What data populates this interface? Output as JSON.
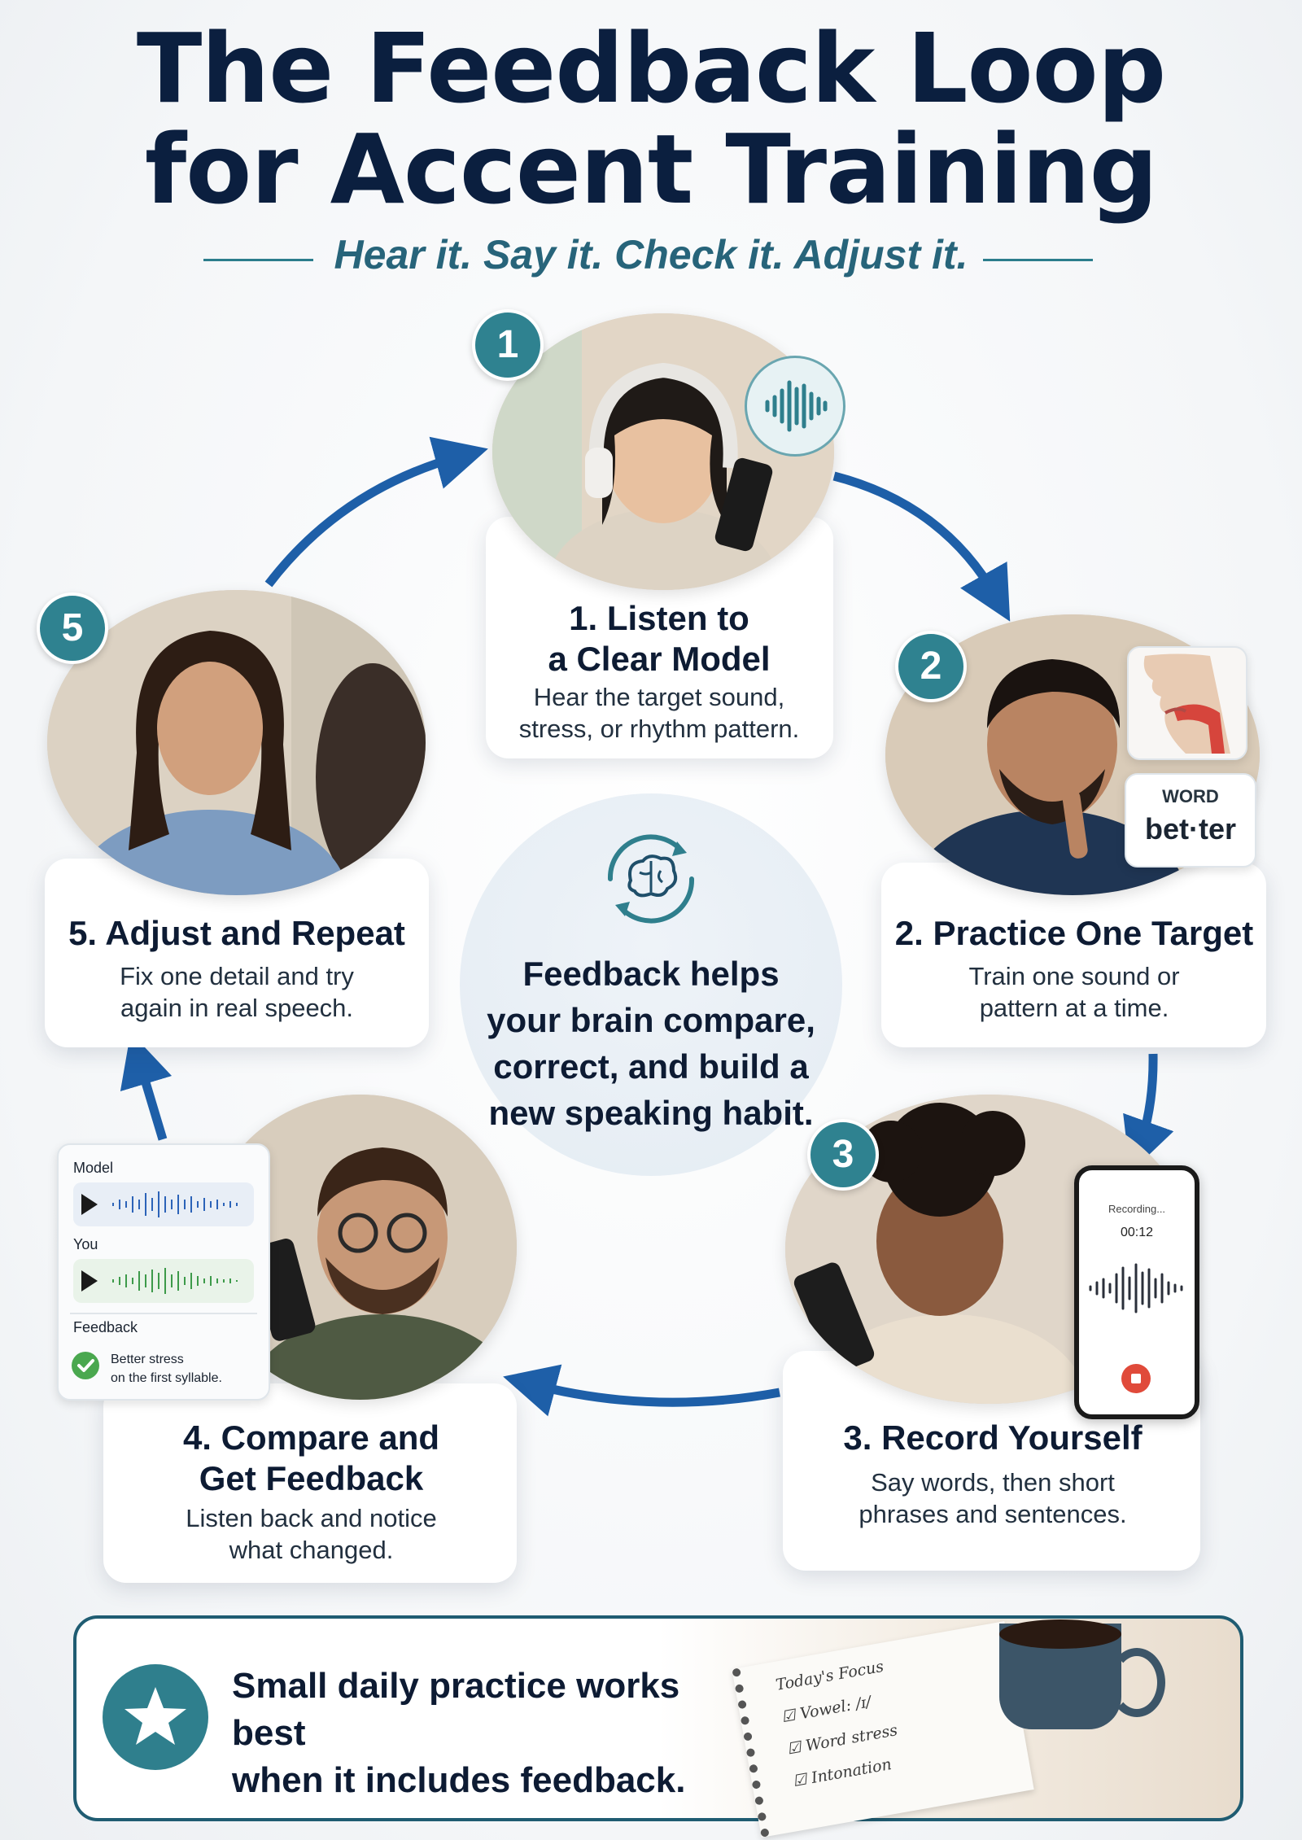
{
  "title_line1": "The Feedback Loop",
  "title_line2": "for Accent Training",
  "subtitle": "Hear it. Say it. Check it. Adjust it.",
  "steps": [
    {
      "badge": "1",
      "title_line1": "1. Listen to",
      "title_line2": "a Clear Model",
      "desc_line1": "Hear the target sound,",
      "desc_line2": "stress, or rhythm pattern."
    },
    {
      "badge": "2",
      "title_line1": "2. Practice One Target",
      "desc_line1": "Train one sound or",
      "desc_line2": "pattern at a time."
    },
    {
      "badge": "3",
      "title_line1": "3. Record Yourself",
      "desc_line1": "Say words, then short",
      "desc_line2": "phrases and sentences."
    },
    {
      "title_line1": "4. Compare and",
      "title_line2": "Get Feedback",
      "desc_line1": "Listen back and notice",
      "desc_line2": "what changed."
    },
    {
      "badge": "5",
      "title_line1": "5. Adjust and Repeat",
      "desc_line1": "Fix one detail and try",
      "desc_line2": "again in real speech."
    }
  ],
  "center": {
    "line1": "Feedback helps",
    "line2": "your brain compare,",
    "line3": "correct, and build a",
    "line4": "new speaking habit."
  },
  "word_card": {
    "label": "WORD",
    "value": "bet·ter"
  },
  "phone": {
    "status": "Recording...",
    "time": "00:12"
  },
  "compare_panel": {
    "model_label": "Model",
    "you_label": "You",
    "feedback_label": "Feedback",
    "feedback_line1": "Better stress",
    "feedback_line2": "on the first syllable."
  },
  "banner": {
    "line1": "Small daily practice works best",
    "line2": "when it includes feedback."
  },
  "notebook": {
    "heading": "Today's Focus",
    "items": [
      "Vowel: /ɪ/",
      "Word stress",
      "Intonation"
    ]
  },
  "colors": {
    "accent": "#2f8290",
    "arrow": "#1e5fa8",
    "navy": "#0b1f3f",
    "model_wave": "#2c63b8",
    "you_wave": "#3d9a4a",
    "record": "#e04a3a"
  },
  "icons": [
    "headphones",
    "sound-wave-icon",
    "brain-cycle-icon",
    "play-icon",
    "check-icon",
    "stop-icon",
    "star-icon"
  ]
}
